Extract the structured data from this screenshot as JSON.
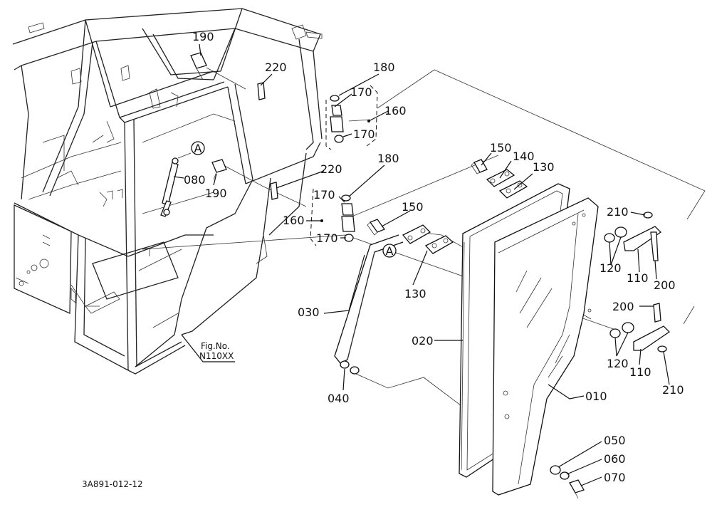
{
  "diagram": {
    "drawing_number": "3A891-012-12",
    "fig_reference": {
      "line1": "Fig.No.",
      "line2": "N110XX"
    },
    "marker_letter": "A",
    "callouts": {
      "c010": "010",
      "c020": "020",
      "c030": "030",
      "c040": "040",
      "c050": "050",
      "c060": "060",
      "c070": "070",
      "c080": "080",
      "c110a": "110",
      "c110b": "110",
      "c120a": "120",
      "c120b": "120",
      "c130a": "130",
      "c130b": "130",
      "c140": "140",
      "c150a": "150",
      "c150b": "150",
      "c160a": "160",
      "c160b": "160",
      "c170a": "170",
      "c170b": "170",
      "c170c": "170",
      "c170d": "170",
      "c180a": "180",
      "c180b": "180",
      "c190a": "190",
      "c190b": "190",
      "c200a": "200",
      "c200b": "200",
      "c210a": "210",
      "c210b": "210",
      "c220a": "220",
      "c220b": "220"
    },
    "colors": {
      "ink": "#111111",
      "paper": "#ffffff"
    }
  }
}
